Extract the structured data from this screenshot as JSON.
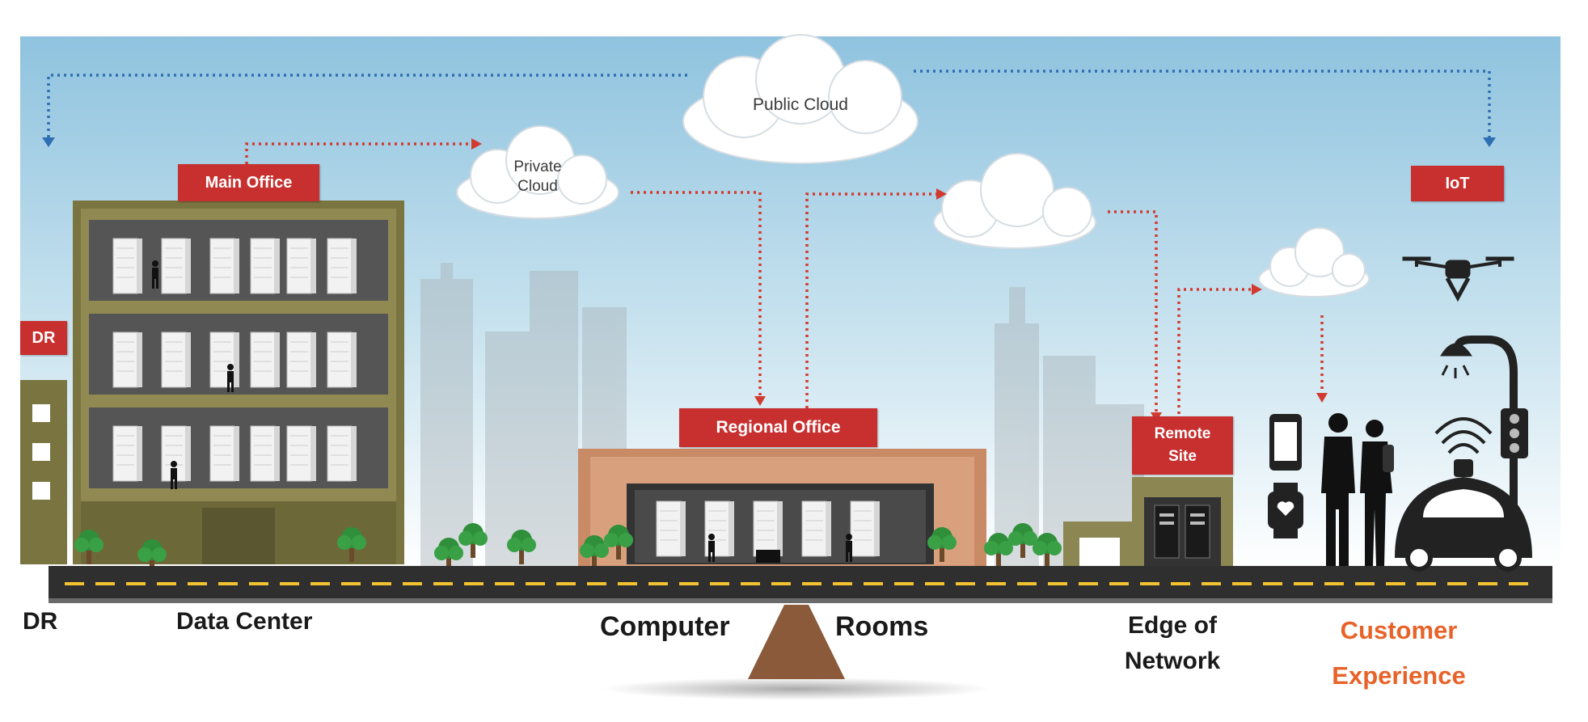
{
  "clouds": {
    "public": "Public Cloud",
    "private_line1": "Private",
    "private_line2": "Cloud"
  },
  "tags": {
    "main_office": "Main Office",
    "dr": "DR",
    "regional_office": "Regional Office",
    "remote_line1": "Remote",
    "remote_line2": "Site",
    "iot": "IoT"
  },
  "bottom_labels": {
    "dr": "DR",
    "data_center": "Data Center",
    "computer": "Computer",
    "rooms": "Rooms",
    "edge_line1": "Edge of",
    "edge_line2": "Network",
    "customer_line1": "Customer",
    "customer_line2": "Experience"
  },
  "colors": {
    "tag_red": "#c7302f",
    "link_red": "#d23a2f",
    "link_blue": "#2e6fb2",
    "customer_orange": "#e8632a",
    "building_olive": "#7a7540",
    "regional_tan": "#c98a66",
    "road": "#2f2f2f",
    "road_dash": "#f2c230",
    "fulcrum": "#8a5a3a"
  },
  "icons": [
    "drone-icon",
    "street-lamp-icon",
    "traffic-light-icon",
    "smartphone-icon",
    "smartwatch-icon",
    "people-icon",
    "autonomous-car-icon",
    "server-rack-icon",
    "tree-icon"
  ]
}
